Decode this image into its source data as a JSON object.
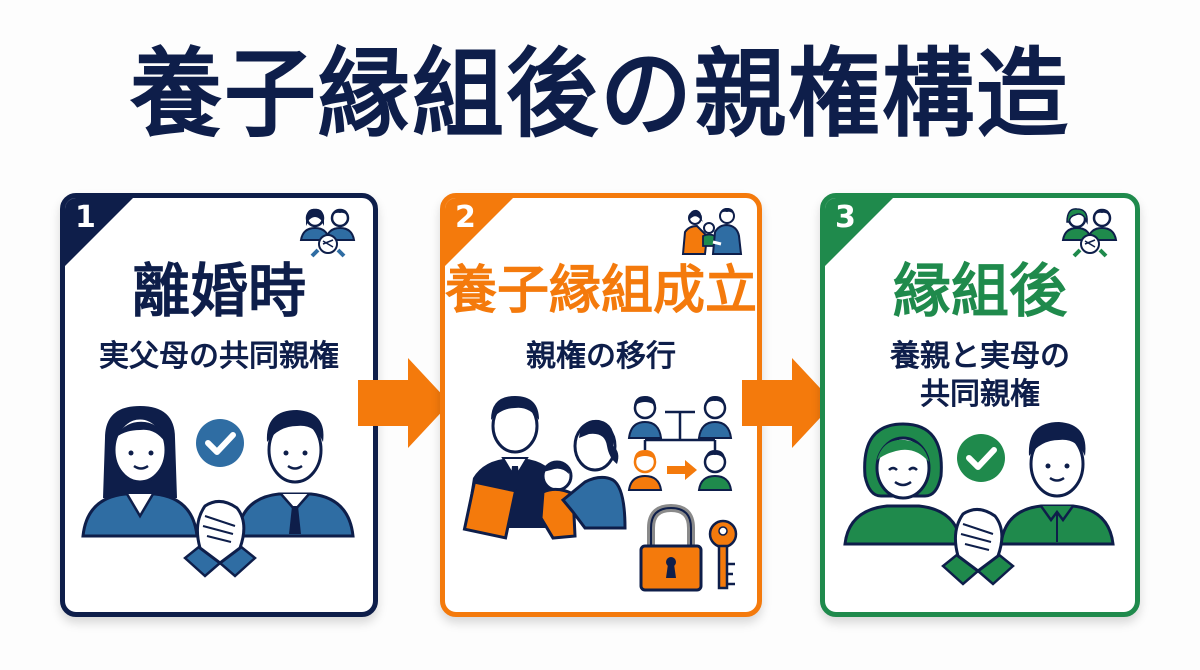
{
  "title": "養子縁組後の親権構造",
  "colors": {
    "navy": "#0e1e4a",
    "blue": "#2f6da3",
    "orange": "#f47a0c",
    "green": "#1f8a4c",
    "gray": "#8a8a8a"
  },
  "steps": [
    {
      "number": "1",
      "heading": "離婚時",
      "subtitle_lines": [
        "実父母の共同親権"
      ],
      "accent": "#0e1e4a",
      "corner_icon": "two-parents-clasped-hands-icon",
      "illustration": "mother-father-check-clasped-hands"
    },
    {
      "number": "2",
      "heading": "養子縁組成立",
      "subtitle_lines": [
        "親権の移行"
      ],
      "accent": "#f47a0c",
      "corner_icon": "family-handover-icon",
      "illustration": "handover-family-tree-lock-key"
    },
    {
      "number": "3",
      "heading": "縁組後",
      "subtitle_lines": [
        "養親と実母の",
        "共同親権"
      ],
      "accent": "#1f8a4c",
      "corner_icon": "two-parents-clasped-hands-icon",
      "illustration": "mother-stepfather-check-clasped-hands"
    }
  ],
  "arrows": [
    {
      "from": "1",
      "to": "2",
      "color": "#f47a0c"
    },
    {
      "from": "2",
      "to": "3",
      "color": "#f47a0c"
    }
  ]
}
